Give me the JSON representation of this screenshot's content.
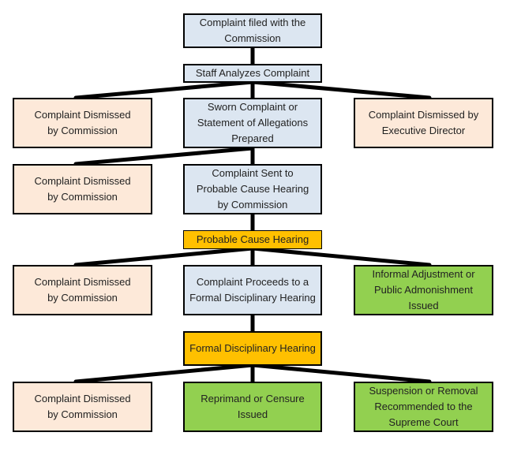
{
  "colors": {
    "process": "#dce6f1",
    "dismissed": "#fde9d9",
    "outcome": "#92d050",
    "hearing": "#ffc000",
    "line": "#000000"
  },
  "nodes": {
    "filed": {
      "label": "Complaint filed with the Commission",
      "kind": "process"
    },
    "analyzes": {
      "label": "Staff Analyzes Complaint",
      "kind": "process"
    },
    "dismissed_1": {
      "label": "Complaint Dismissed by Commission",
      "kind": "dismissed"
    },
    "sworn": {
      "label": "Sworn Complaint or Statement of Allegations Prepared",
      "kind": "process"
    },
    "dismissed_exec": {
      "label": "Complaint Dismissed by Executive Director",
      "kind": "dismissed"
    },
    "dismissed_2": {
      "label": "Complaint Dismissed by Commission",
      "kind": "dismissed"
    },
    "sent": {
      "label": "Complaint Sent to Probable Cause Hearing by Commission",
      "kind": "process"
    },
    "probable": {
      "label": "Probable Cause Hearing",
      "kind": "hearing"
    },
    "dismissed_3": {
      "label": "Complaint Dismissed by Commission",
      "kind": "dismissed"
    },
    "proceeds": {
      "label": "Complaint Proceeds to a Formal Disciplinary Hearing",
      "kind": "process"
    },
    "informal": {
      "label": "Informal Adjustment or Public Admonishment Issued",
      "kind": "outcome"
    },
    "formal": {
      "label": "Formal Disciplinary Hearing",
      "kind": "hearing"
    },
    "dismissed_4": {
      "label": "Complaint Dismissed by Commission",
      "kind": "dismissed"
    },
    "reprimand": {
      "label": "Reprimand or Censure Issued",
      "kind": "outcome"
    },
    "suspension": {
      "label": "Suspension or Removal Recommended to the Supreme Court",
      "kind": "outcome"
    }
  }
}
